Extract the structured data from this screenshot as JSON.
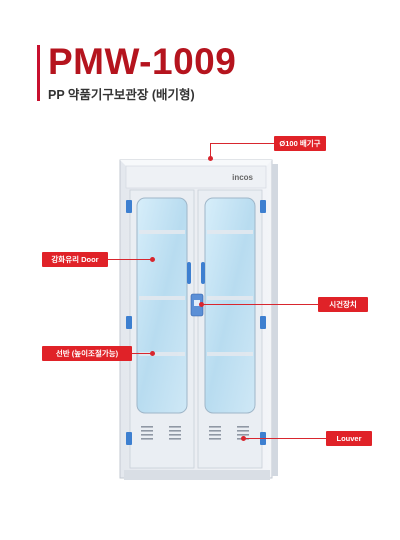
{
  "header": {
    "model": "PMW-1009",
    "subtitle": "PP 약품기구보관장 (배기형)"
  },
  "brand": {
    "logo_text": "incos"
  },
  "callouts": {
    "exhaust": "Ø100 배기구",
    "door": "강화유리 Door",
    "lock": "시건장치",
    "shelf": "선반 (높이조절가능)",
    "louver": "Louver"
  },
  "colors": {
    "accent": "#c8102e",
    "callout_bg": "#e02228",
    "cabinet_body": "#e9edf2",
    "glass": "#bfe0f2",
    "hinge": "#3d7fd0"
  }
}
